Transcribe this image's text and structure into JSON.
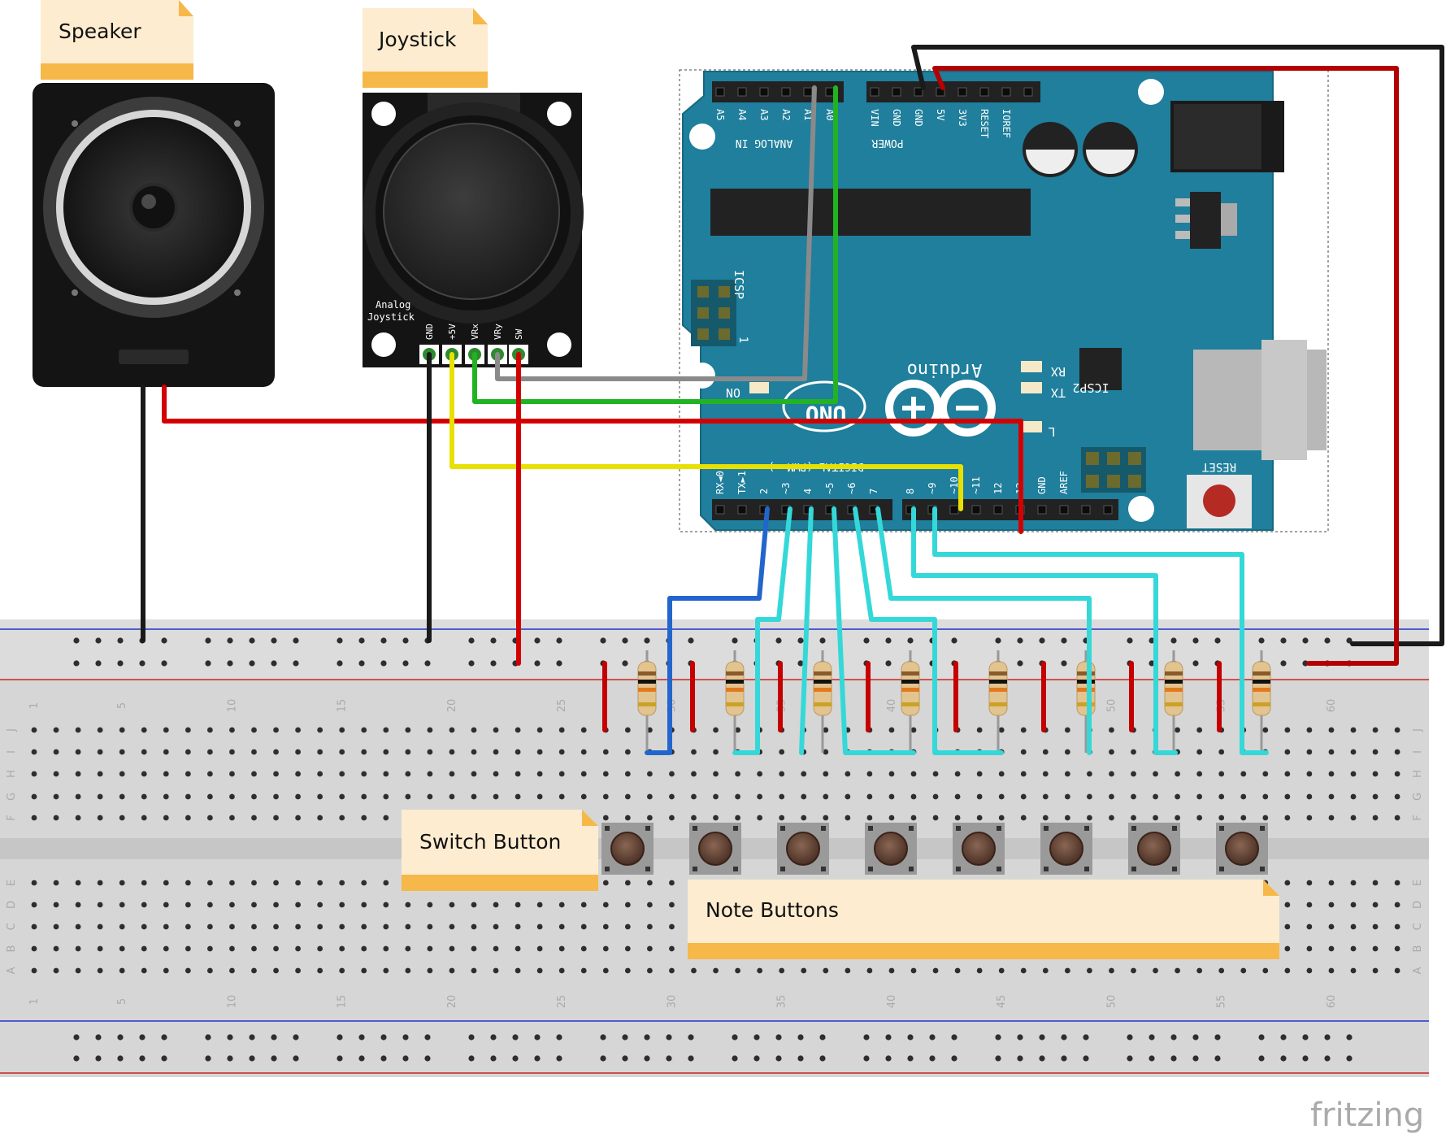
{
  "notes": {
    "speaker": "Speaker",
    "joystick": "Joystick",
    "switch_button": "Switch Button",
    "note_buttons": "Note Buttons"
  },
  "joystick_module": {
    "label_line1": "Analog",
    "label_line2": "Joystick",
    "pins": [
      "GND",
      "+5V",
      "VRx",
      "VRy",
      "SW"
    ]
  },
  "arduino": {
    "logo": "Arduino",
    "model": "UNO",
    "analog_header_label": "ANALOG IN",
    "analog_pins": [
      "A5",
      "A4",
      "A3",
      "A2",
      "A1",
      "A0"
    ],
    "power_header_label": "POWER",
    "power_pins": [
      "VIN",
      "GND",
      "GND",
      "5V",
      "3V3",
      "RESET",
      "IOREF",
      ""
    ],
    "digital_header_label": "DIGITAL (PWM=~)",
    "digital_pins_low": [
      "RX◄0",
      "TX►1",
      "2",
      "~3",
      "4",
      "~5",
      "~6",
      "7"
    ],
    "digital_pins_high": [
      "8",
      "~9",
      "~10",
      "~11",
      "12",
      "13",
      "GND",
      "AREF",
      "",
      ""
    ],
    "icsp_label": "ICSP",
    "icsp2_label": "ICSP2",
    "reset_label": "RESET",
    "led_labels": [
      "RX",
      "TX",
      "L",
      "ON"
    ],
    "icsp_one": "1",
    "colors": {
      "board": "#1f7f9c",
      "board_edge": "#17697f"
    }
  },
  "breadboard": {
    "row_labels_top": [
      "J",
      "I",
      "H",
      "G",
      "F"
    ],
    "row_labels_bottom": [
      "E",
      "D",
      "C",
      "B",
      "A"
    ],
    "column_numbers": [
      "1",
      "5",
      "10",
      "15",
      "20",
      "25",
      "30",
      "35",
      "40",
      "45",
      "50",
      "55",
      "60"
    ]
  },
  "watermark": "fritzing",
  "wire_colors": {
    "red": "#d40000",
    "black": "#1a1a1a",
    "yellow": "#e8e000",
    "green": "#22b322",
    "gray": "#8a8a8a",
    "cyan": "#35d8d8",
    "blue": "#2266cc"
  }
}
